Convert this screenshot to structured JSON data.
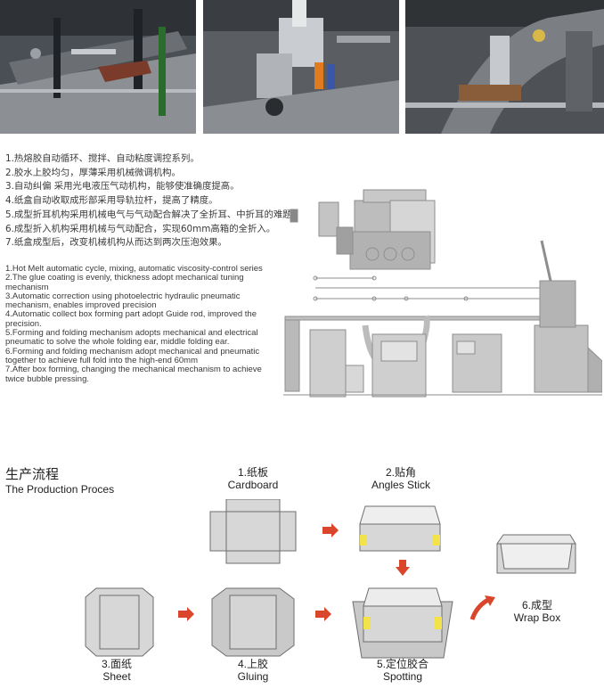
{
  "features_cn": [
    "1.热熔胶自动循环、搅拌、自动粘度调控系列。",
    "2.胶水上胶均匀，厚薄采用机械微调机构。",
    "3.自动纠偏 采用光电液压气动机构，能够使准确度提高。",
    "4.纸盒自动收取成形部采用导轨拉杆，提高了精度。",
    "5.成型折耳机构采用机械电气与气动配合解决了全折耳、中折耳的难题。",
    "6.成型折入机构采用机械与气动配合，实现60mm高箱的全折入。",
    "7.纸盒成型后，改变机械机构从而达到两次压泡效果。"
  ],
  "features_en": [
    "1.Hot Melt automatic cycle, mixing, automatic viscosity-control series",
    "2.The glue coating is evenly, thickness adopt mechanical tuning mechanism",
    "3.Automatic correction using photoelectric hydraulic pneumatic mechanism, enables improved precision",
    "4.Automatic collect box forming part adopt Guide rod, improved the precision.",
    "5.Forming and folding mechanism adopts mechanical and electrical pneumatic to solve the whole folding ear, middle folding ear.",
    "6.Forming and folding mechanism adopt mechanical and pneumatic together to achieve full fold into the high-end 60mm",
    "7.After box forming, changing the mechanical mechanism to achieve twice bubble pressing."
  ],
  "process": {
    "title_cn": "生产流程",
    "title_en": "The Production Proces",
    "steps": [
      {
        "cn": "1.纸板",
        "en": "Cardboard"
      },
      {
        "cn": "2.贴角",
        "en": "Angles Stick"
      },
      {
        "cn": "3.面纸",
        "en": "Sheet"
      },
      {
        "cn": "4.上胶",
        "en": "Gluing"
      },
      {
        "cn": "5.定位胶合",
        "en": "Spotting"
      },
      {
        "cn": "6.成型",
        "en": "Wrap Box"
      }
    ]
  },
  "colors": {
    "arrow": "#d9462b",
    "corner_tape": "#f2e34a",
    "box_fill": "#d7d7d7",
    "box_stroke": "#6d6d6d",
    "machine": "#a9a9a9"
  }
}
